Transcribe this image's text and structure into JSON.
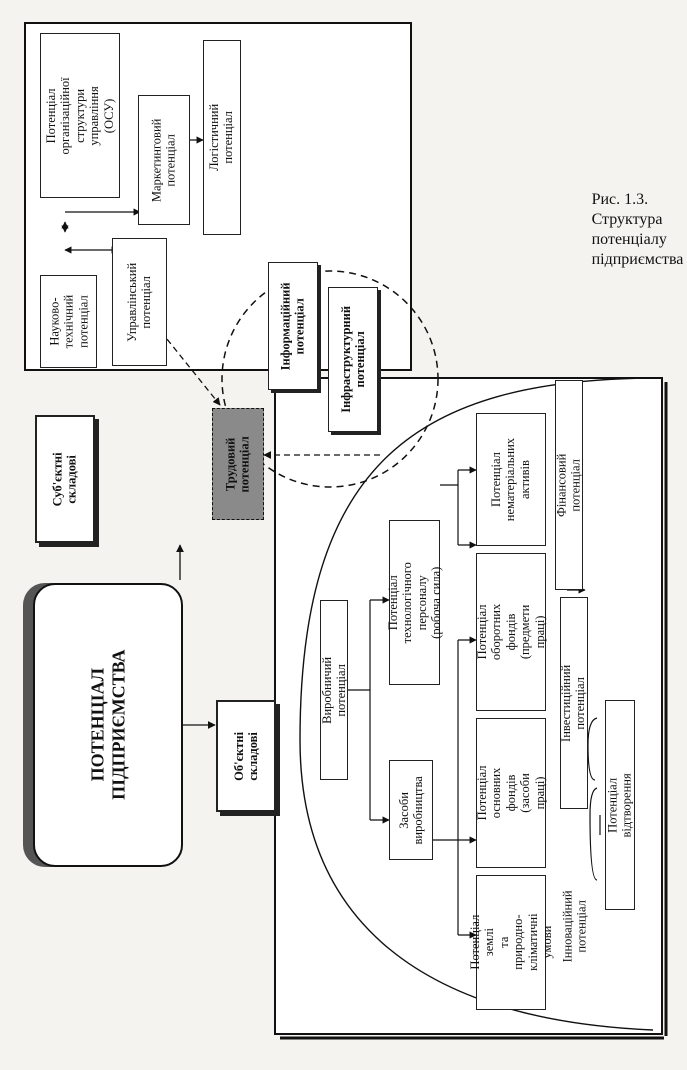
{
  "diagram": {
    "main_node": "ПОТЕНЦІАЛ\nПІДПРИЄМСТВА",
    "subjective_node": "Суб'єктні\nскладові",
    "objective_node": "Об'єктні\nскладові",
    "subjective": {
      "scientific_technical": "Науково-\nтехнічний\nпотенціал",
      "management": "Управлінський\nпотенціал",
      "org_structure": "Потенціал\nорганізаційної\nструктури\nуправління (ОСУ)",
      "marketing": "Маркетинговий\nпотенціал",
      "logistics": "Логістичний потенціал"
    },
    "circle": {
      "informational": "Інформаційний\nпотенціал",
      "infrastructural": "Інфраструктурний\nпотенціал",
      "labor": "Трудовий\nпотенціал"
    },
    "objective": {
      "production": "Виробничий потенціал",
      "means_of_production": "Засоби\nвиробництва",
      "technological_personnel": "Потенціал технологічного\nперсоналу (робоча сила)",
      "land": "Потенціал землі\nта природно-\nкліматичні умови",
      "fixed_assets": "Потенціал\nосновних фондів\n(засоби праці)",
      "working_assets": "Потенціал\nоборотних фондів\n(предмети праці)",
      "intangible_assets": "Потенціал\nнематеріальних\nактивів",
      "financial": "Фінансовий потенціал",
      "investment": "Інвестиційний потенціал",
      "innovation": "Інноваційний потенціал",
      "reproduction": "Потенціал відтворення"
    }
  },
  "caption": "Рис. 1.3. Структура потенціалу\nпідприємства",
  "page_marks": "…"
}
